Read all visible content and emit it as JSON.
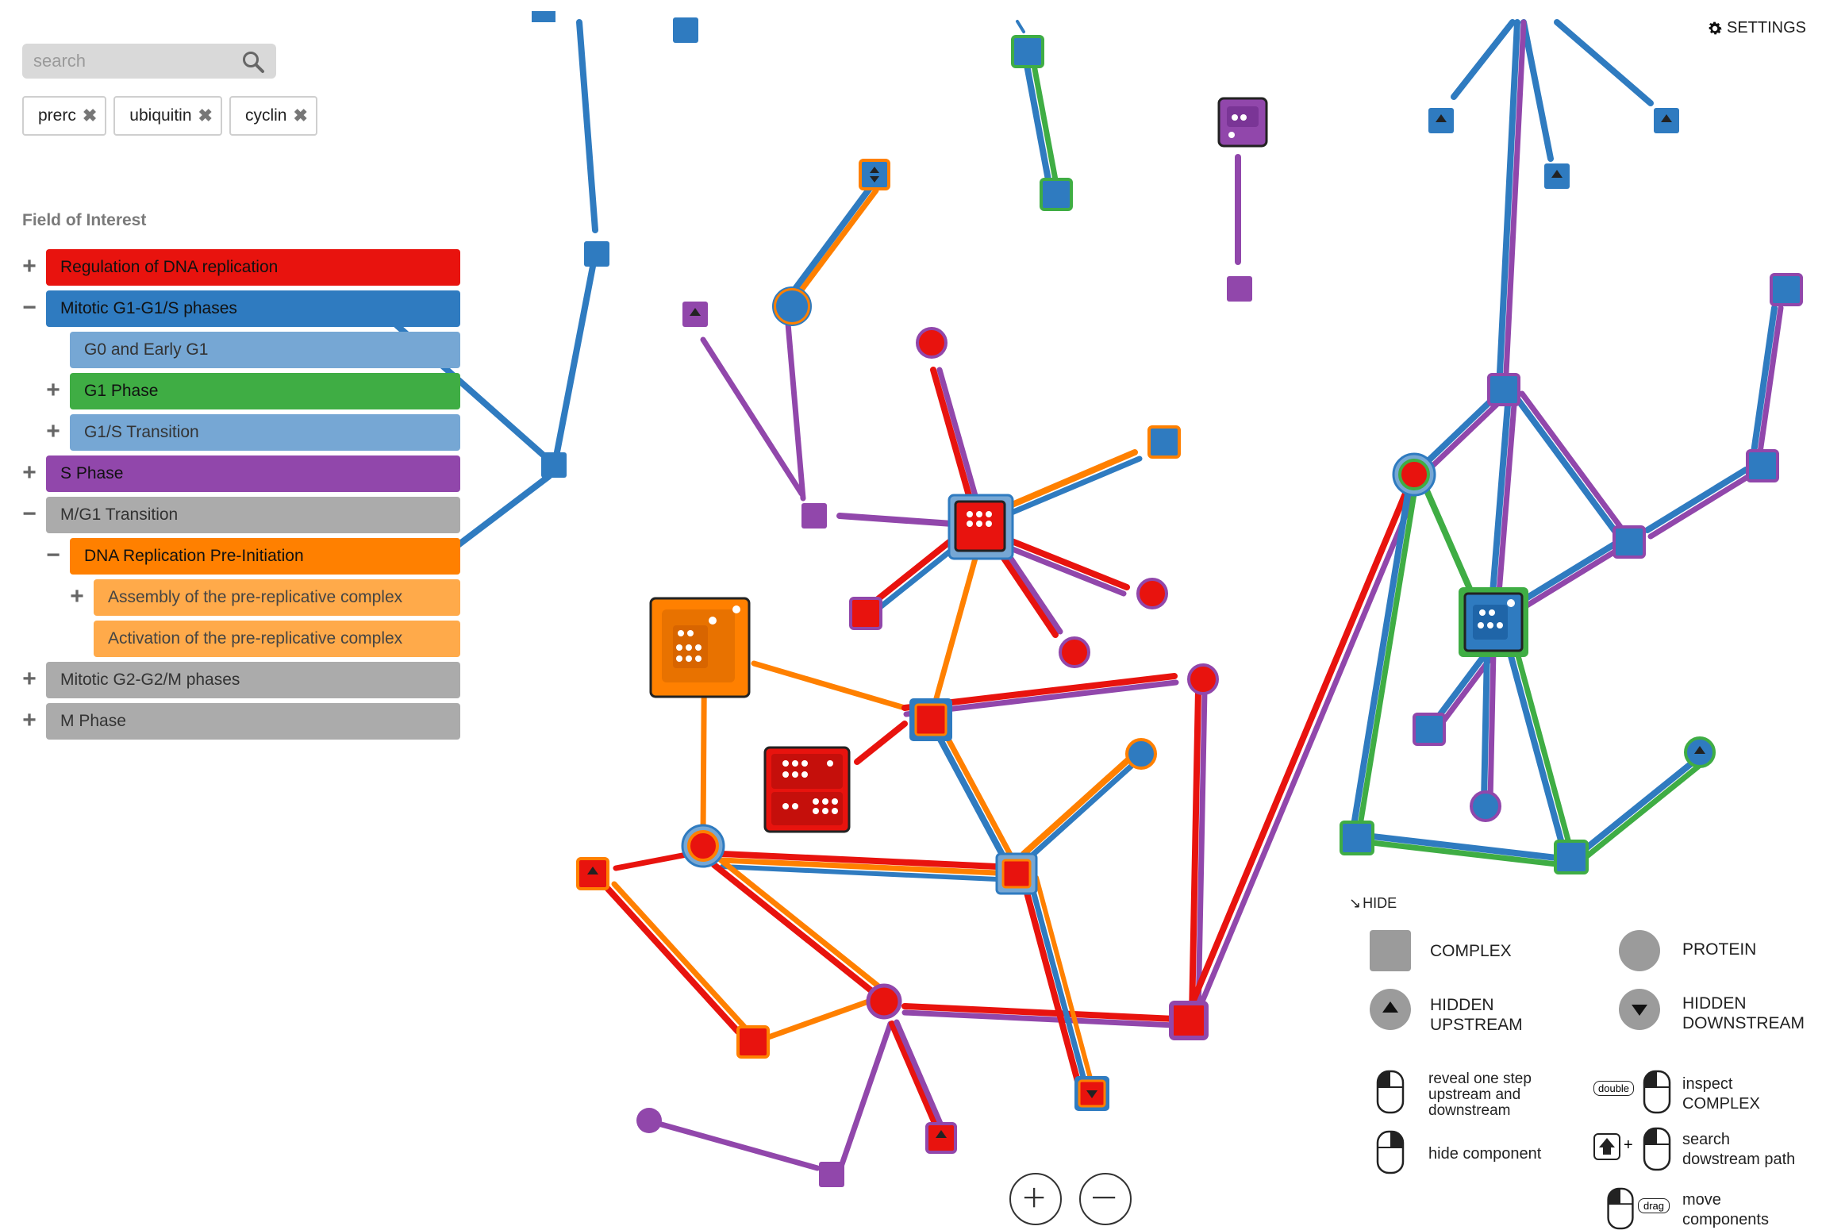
{
  "search": {
    "placeholder": "search"
  },
  "tags": [
    {
      "label": "prerc"
    },
    {
      "label": "ubiquitin"
    },
    {
      "label": "cyclin"
    }
  ],
  "settings": {
    "label": "SETTINGS"
  },
  "field_of_interest": {
    "title": "Field of Interest",
    "items": [
      {
        "label": "Regulation of DNA replication",
        "color": "#e8130e",
        "toggle": "+"
      },
      {
        "label": "Mitotic G1-G1/S phases",
        "color": "#2f7bc0",
        "toggle": "−"
      },
      {
        "label": "G0 and Early G1",
        "color": "#76a7d4",
        "toggle": ""
      },
      {
        "label": "G1 Phase",
        "color": "#3fad44",
        "toggle": "+"
      },
      {
        "label": "G1/S Transition",
        "color": "#76a7d4",
        "toggle": "+"
      },
      {
        "label": "S Phase",
        "color": "#9147ab",
        "toggle": "+"
      },
      {
        "label": "M/G1 Transition",
        "color": "#ababab",
        "toggle": "−"
      },
      {
        "label": "DNA Replication Pre-Initiation",
        "color": "#ff8000",
        "toggle": "−"
      },
      {
        "label": "Assembly of the pre-replicative complex",
        "color": "#ffaa4a",
        "toggle": "+"
      },
      {
        "label": "Activation of the pre-replicative complex",
        "color": "#ffaa4a",
        "toggle": ""
      },
      {
        "label": "Mitotic G2-G2/M phases",
        "color": "#ababab",
        "toggle": "+"
      },
      {
        "label": "M Phase",
        "color": "#ababab",
        "toggle": "+"
      }
    ]
  },
  "legend": {
    "hide": "HIDE",
    "complex": "COMPLEX",
    "protein": "PROTEIN",
    "hidden_upstream": [
      "HIDDEN",
      "UPSTREAM"
    ],
    "hidden_downstream": [
      "HIDDEN",
      "DOWNSTREAM"
    ],
    "reveal": [
      "reveal one step",
      "upstream and",
      "downstream"
    ],
    "hide_component": "hide component",
    "inspect": [
      "inspect",
      "COMPLEX"
    ],
    "double_badge": "double",
    "search_path": [
      "search",
      "dowstream path"
    ],
    "move": [
      "move",
      "components"
    ],
    "drag_badge": "drag"
  },
  "colors": {
    "red": "#e8130e",
    "blue": "#2f7bc0",
    "light_blue": "#76a7d4",
    "green": "#3fad44",
    "purple": "#9147ab",
    "orange": "#ff8000",
    "light_orange": "#ffaa4a",
    "gray": "#ababab"
  }
}
